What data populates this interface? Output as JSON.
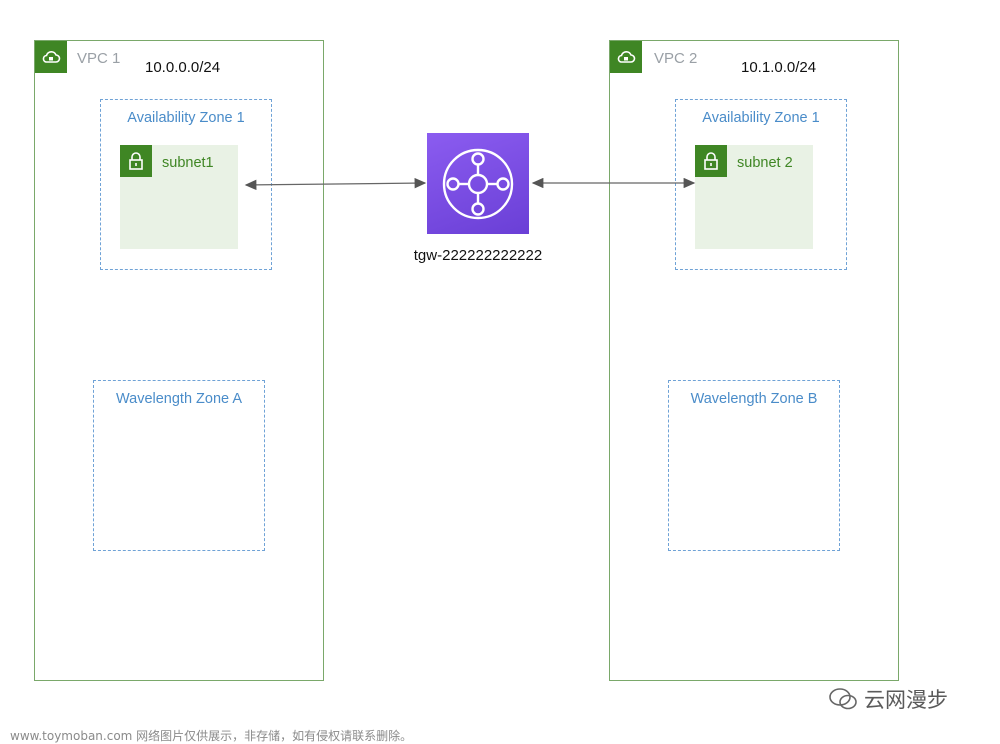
{
  "vpc1": {
    "label": "VPC 1",
    "cidr": "10.0.0.0/24",
    "availability_zone": {
      "label": "Availability Zone 1",
      "subnet": "subnet1"
    },
    "wavelength_zone": {
      "label": "Wavelength Zone A"
    }
  },
  "vpc2": {
    "label": "VPC 2",
    "cidr": "10.1.0.0/24",
    "availability_zone": {
      "label": "Availability Zone 1",
      "subnet": "subnet 2"
    },
    "wavelength_zone": {
      "label": "Wavelength Zone B"
    }
  },
  "transit_gateway": {
    "label": "tgw-222222222222",
    "icon": "transit-gateway-icon"
  },
  "watermark": {
    "left_text": "www.toymoban.com 网络图片仅供展示，非存储，如有侵权请联系删除。",
    "right_text": "云网漫步"
  },
  "colors": {
    "vpc_border": "#7aa86a",
    "green_accent": "#3f8624",
    "zone_border": "#6fa2d6",
    "subnet_fill": "#e9f2e5",
    "tgw_purple": "#7c4fe6"
  }
}
